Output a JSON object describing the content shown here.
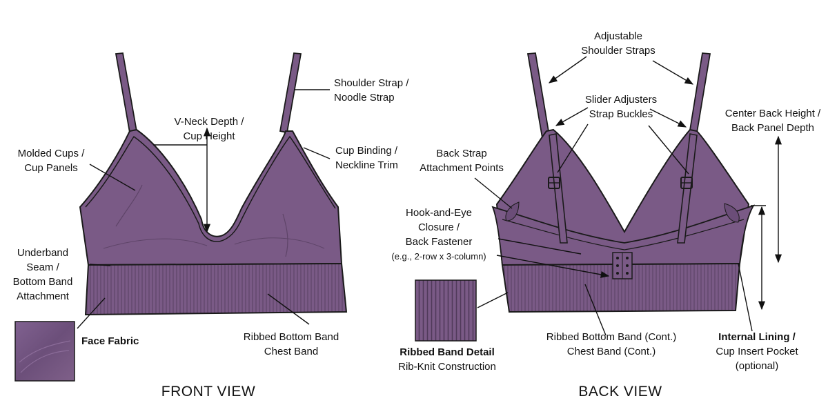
{
  "colors": {
    "fabric": "#7a5a86",
    "fabric_dark": "#6b4d78",
    "outline": "#1a1a1a",
    "line": "#111111"
  },
  "front": {
    "view_title": "FRONT VIEW",
    "labels": {
      "shoulder_strap": [
        "Shoulder Strap /",
        "Noodle Strap"
      ],
      "vneck": [
        "V-Neck Depth /",
        "Cup Height"
      ],
      "molded_cups": [
        "Molded Cups /",
        "Cup Panels"
      ],
      "cup_binding": [
        "Cup Binding /",
        "Neckline Trim"
      ],
      "underband_seam": [
        "Underband",
        "Seam /",
        "Bottom Band",
        "Attachment"
      ],
      "ribbed_band": [
        "Ribbed Bottom Band",
        "Chest Band"
      ],
      "face_fabric": "Face Fabric"
    }
  },
  "back": {
    "view_title": "BACK VIEW",
    "labels": {
      "adjustable_straps": [
        "Adjustable",
        "Shoulder Straps"
      ],
      "slider": [
        "Slider Adjusters",
        "Strap Buckles"
      ],
      "back_strap_points": [
        "Back Strap",
        "Attachment Points"
      ],
      "hook_eye": [
        "Hook-and-Eye",
        "Closure /",
        "Back Fastener",
        "(e.g., 2-row x 3-column)"
      ],
      "center_back": [
        "Center Back Height /",
        "Back Panel Depth"
      ],
      "ribbed_cont": [
        "Ribbed Bottom Band (Cont.)",
        "Chest Band (Cont.)"
      ],
      "internal_lining": [
        "Internal Lining /",
        "Cup Insert Pocket",
        "(optional)"
      ],
      "rib_detail": [
        "Ribbed Band Detail",
        "Rib-Knit Construction"
      ]
    }
  }
}
